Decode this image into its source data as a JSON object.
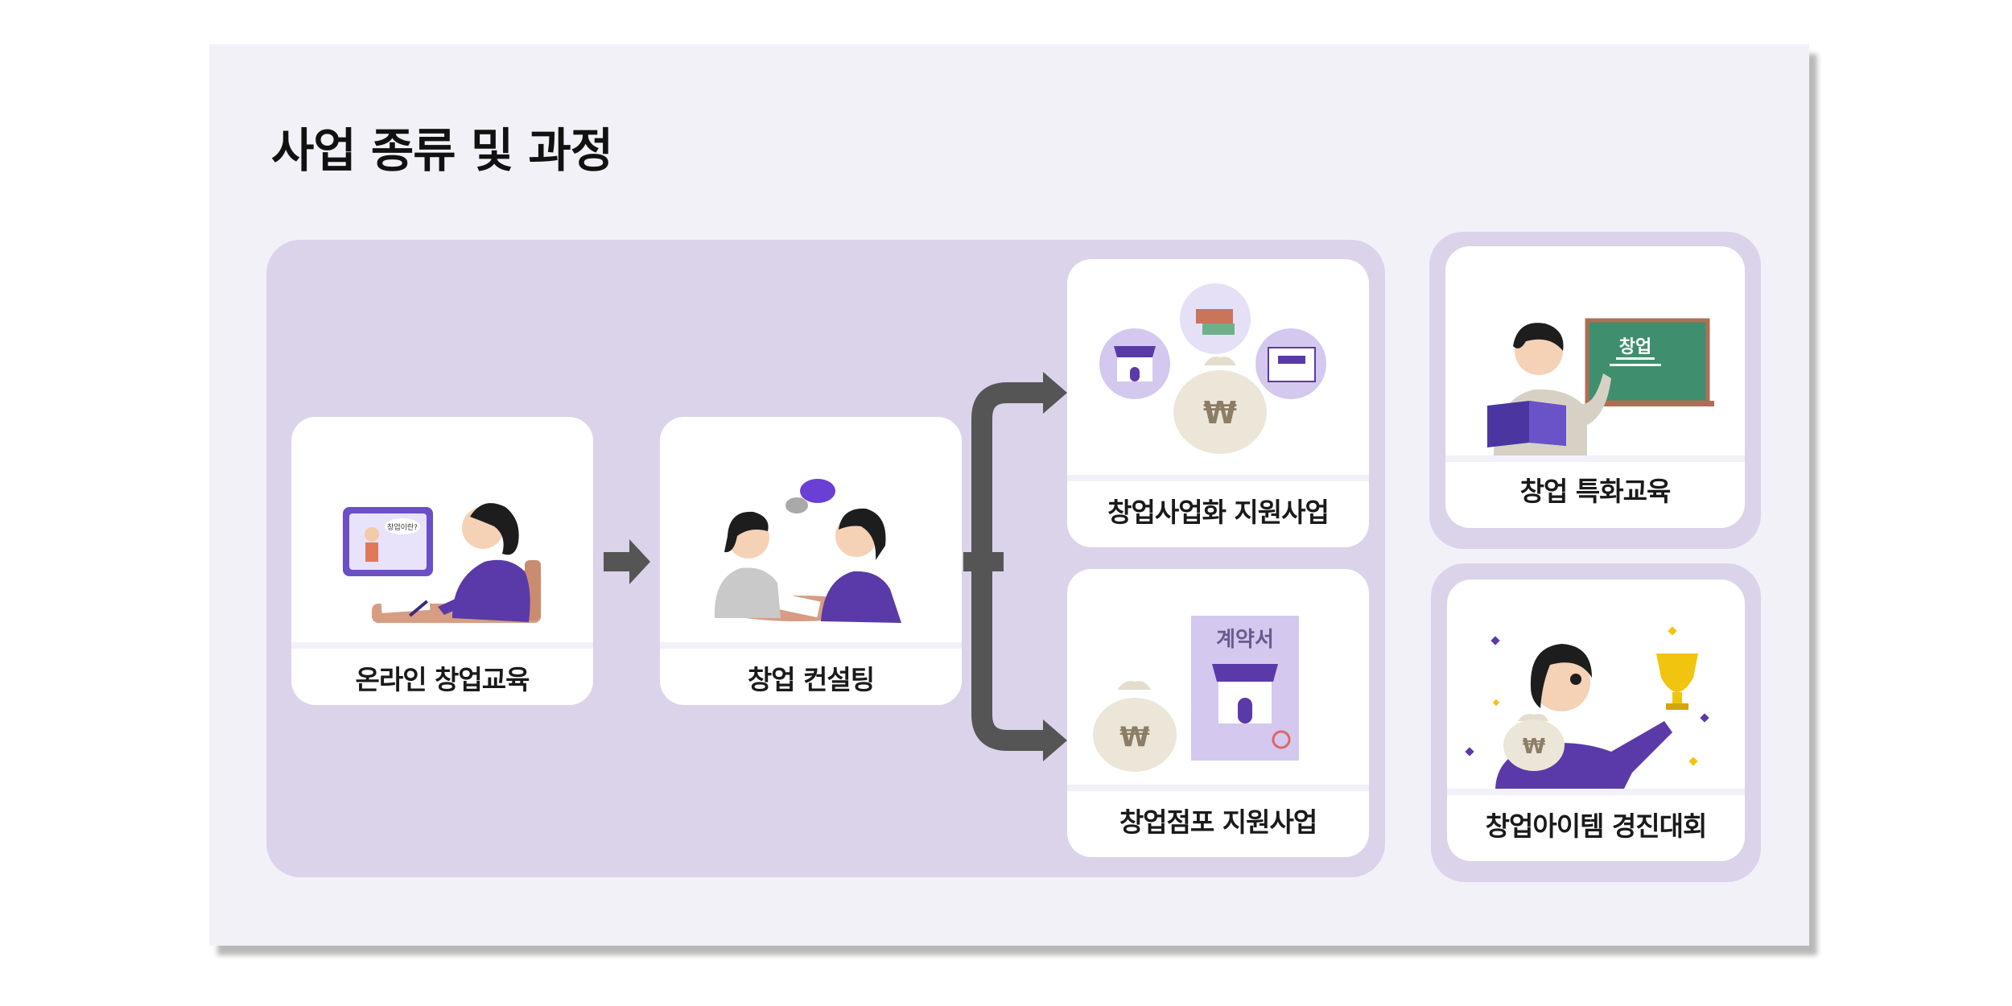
{
  "title": "사업 종류 및 과정",
  "process": {
    "step1": {
      "label": "온라인 창업교육",
      "screen_text": "창업이란?"
    },
    "step2": {
      "label": "창업 컨설팅"
    },
    "branch_top": {
      "label": "창업사업화 지원사업",
      "currency_symbol": "₩"
    },
    "branch_bottom": {
      "label": "창업점포 지원사업",
      "document_title": "계약서",
      "currency_symbol": "₩"
    }
  },
  "side": {
    "top": {
      "label": "창업 특화교육",
      "board_text": "창업"
    },
    "bottom": {
      "label": "창업아이템 경진대회",
      "currency_symbol": "₩"
    }
  },
  "colors": {
    "slide_bg": "#f2f1f8",
    "panel_bg": "#dbd3e9",
    "accent_purple": "#5b3fb0",
    "arrow_gray": "#555555"
  },
  "icons": [
    "laptop-learning-illustration",
    "consulting-illustration",
    "store-funding-illustration",
    "contract-store-illustration",
    "teacher-blackboard-illustration",
    "trophy-winner-illustration"
  ]
}
